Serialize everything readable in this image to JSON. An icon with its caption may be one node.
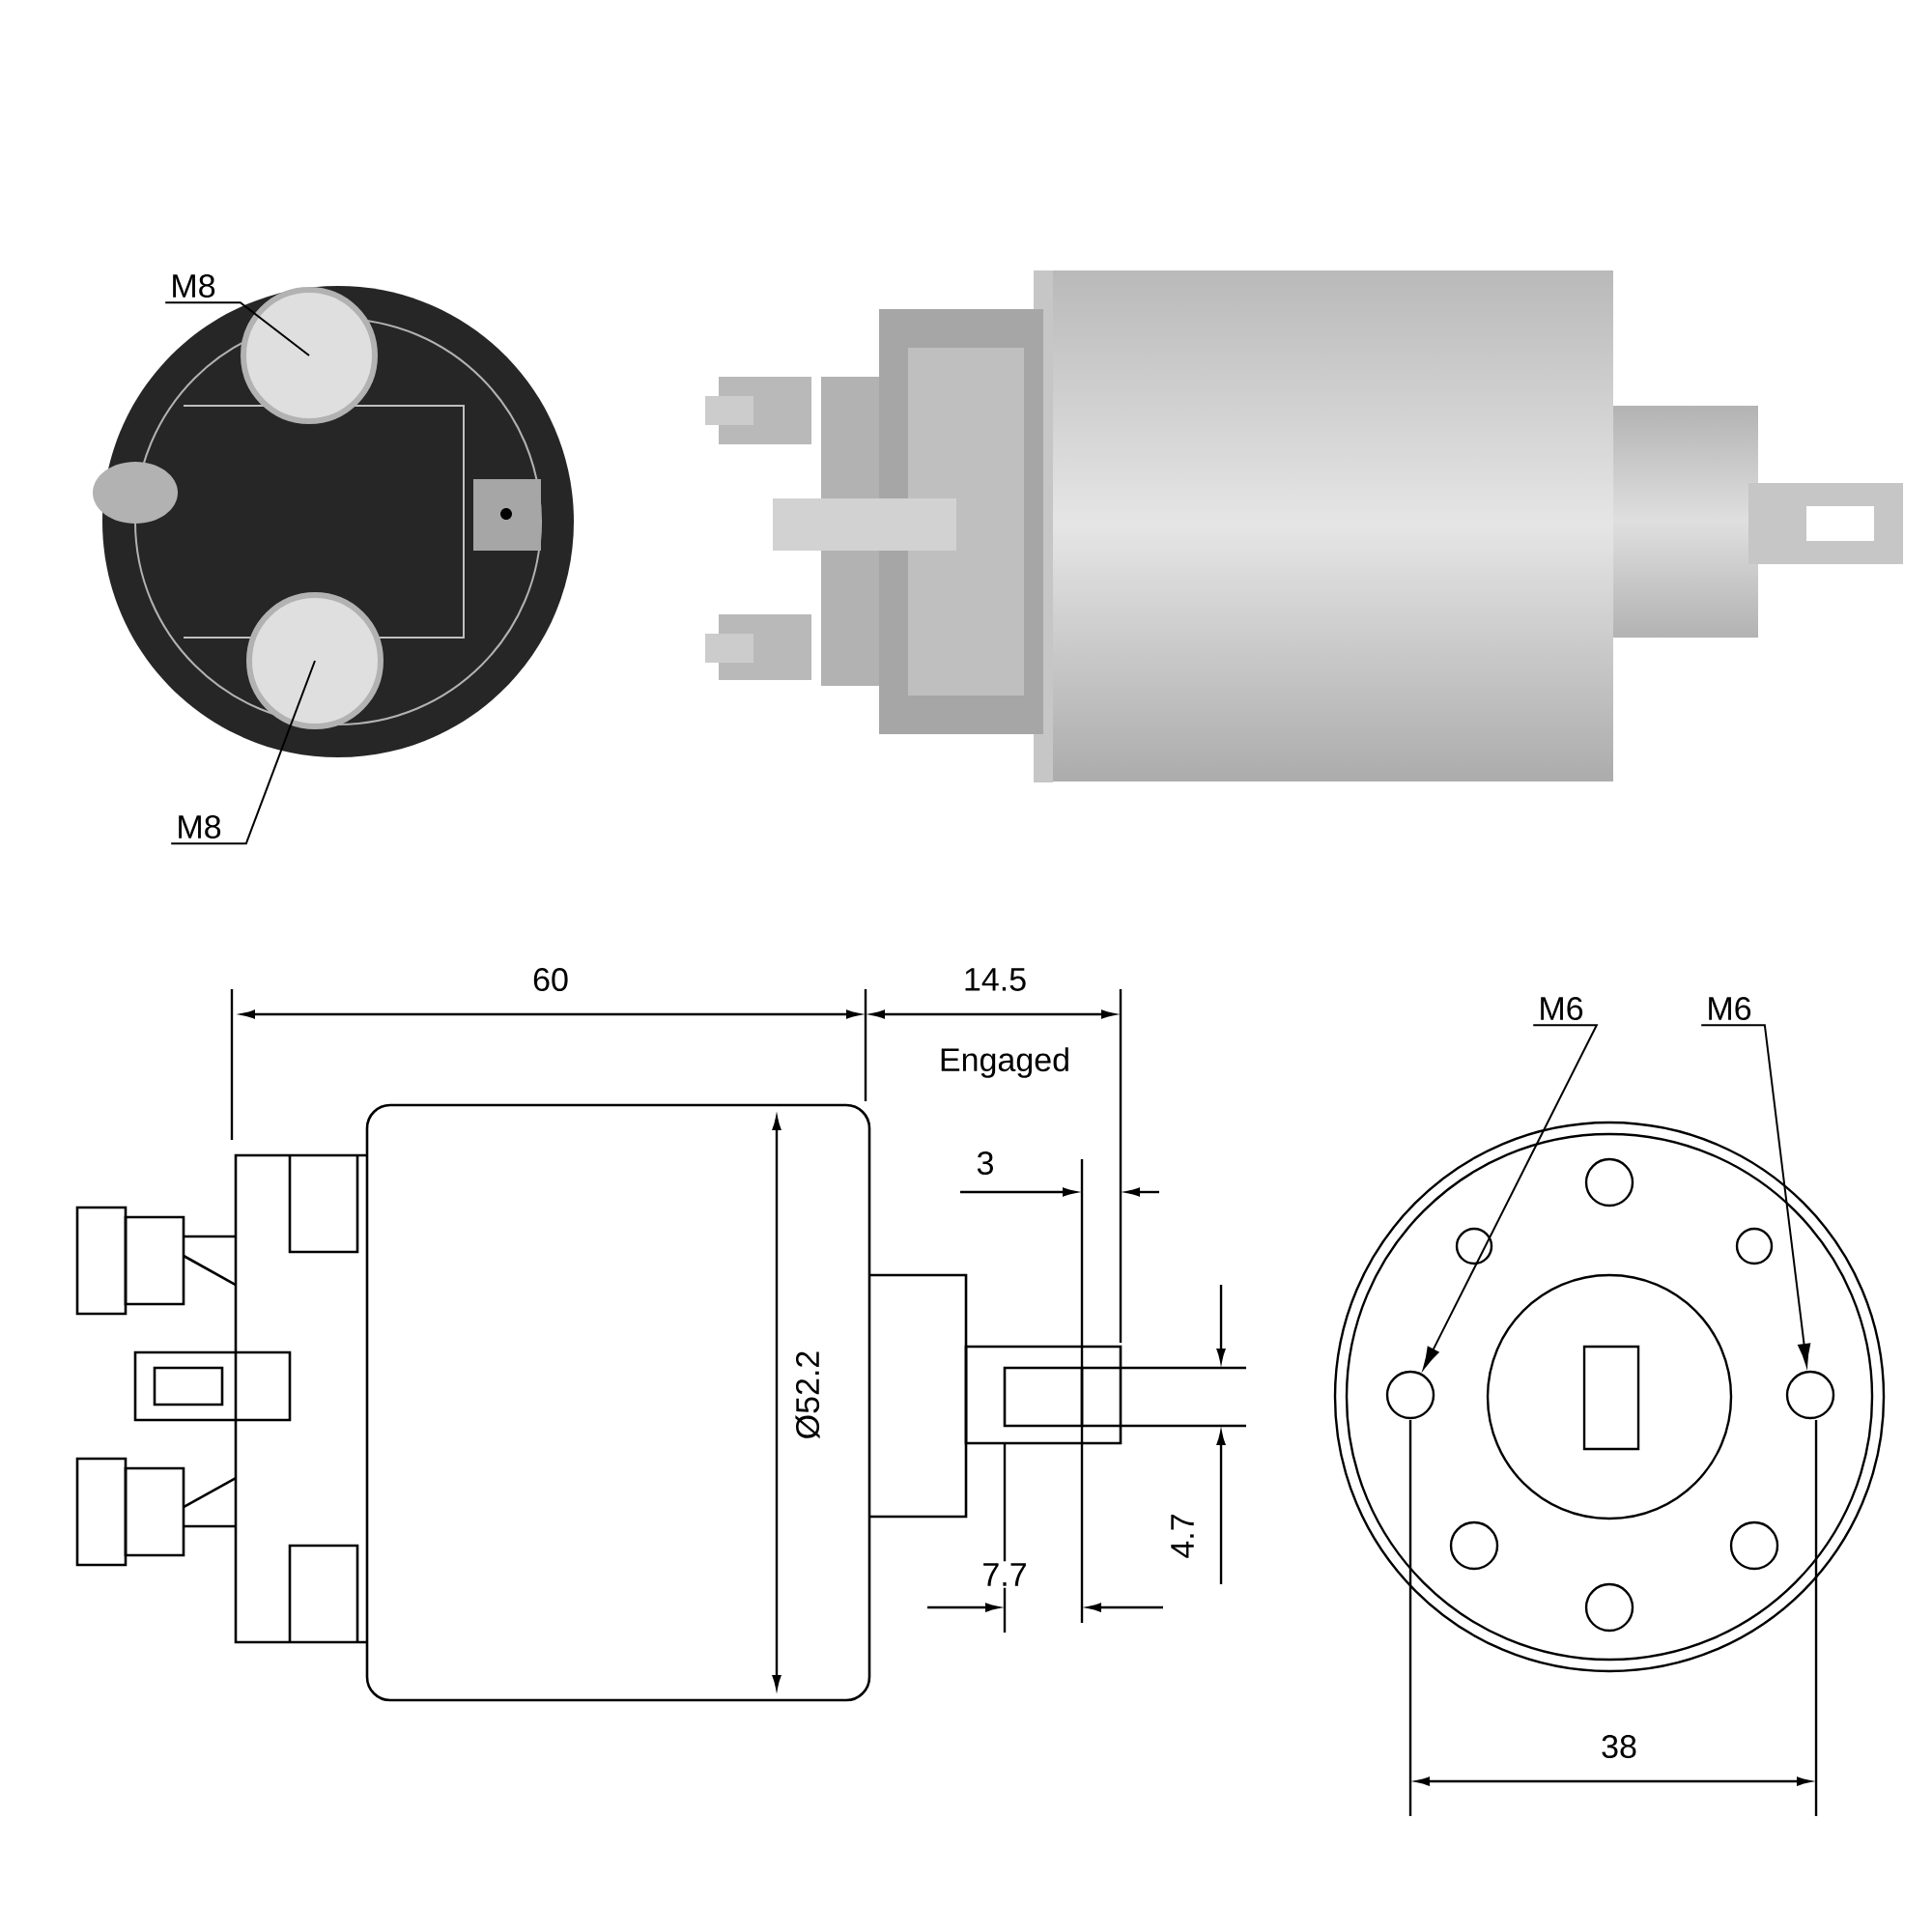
{
  "diagram": {
    "nodes": [
      {
        "text": [
          "M8"
        ]
      },
      {
        "text": [],
        "shape": "circle"
      },
      {
        "text": [
          "M8"
        ]
      },
      {
        "text": [],
        "shape": "circle"
      },
      {
        "text": [
          "M6"
        ]
      },
      {
        "text": [],
        "shape": "circle"
      },
      {
        "text": [
          "M6"
        ]
      },
      {
        "text": [],
        "shape": "circle"
      }
    ],
    "edges": [
      {
        "from": 0,
        "to": 1,
        "arrow": "none"
      },
      {
        "from": 2,
        "to": 3,
        "arrow": "none"
      },
      {
        "from": 4,
        "to": 5,
        "arrow": "to"
      },
      {
        "from": 6,
        "to": 7,
        "arrow": "to"
      }
    ],
    "labels": [
      "60",
      "14.5",
      "Engaged",
      "3",
      "Ø52.2",
      "4.7",
      "7.7",
      "38"
    ]
  }
}
